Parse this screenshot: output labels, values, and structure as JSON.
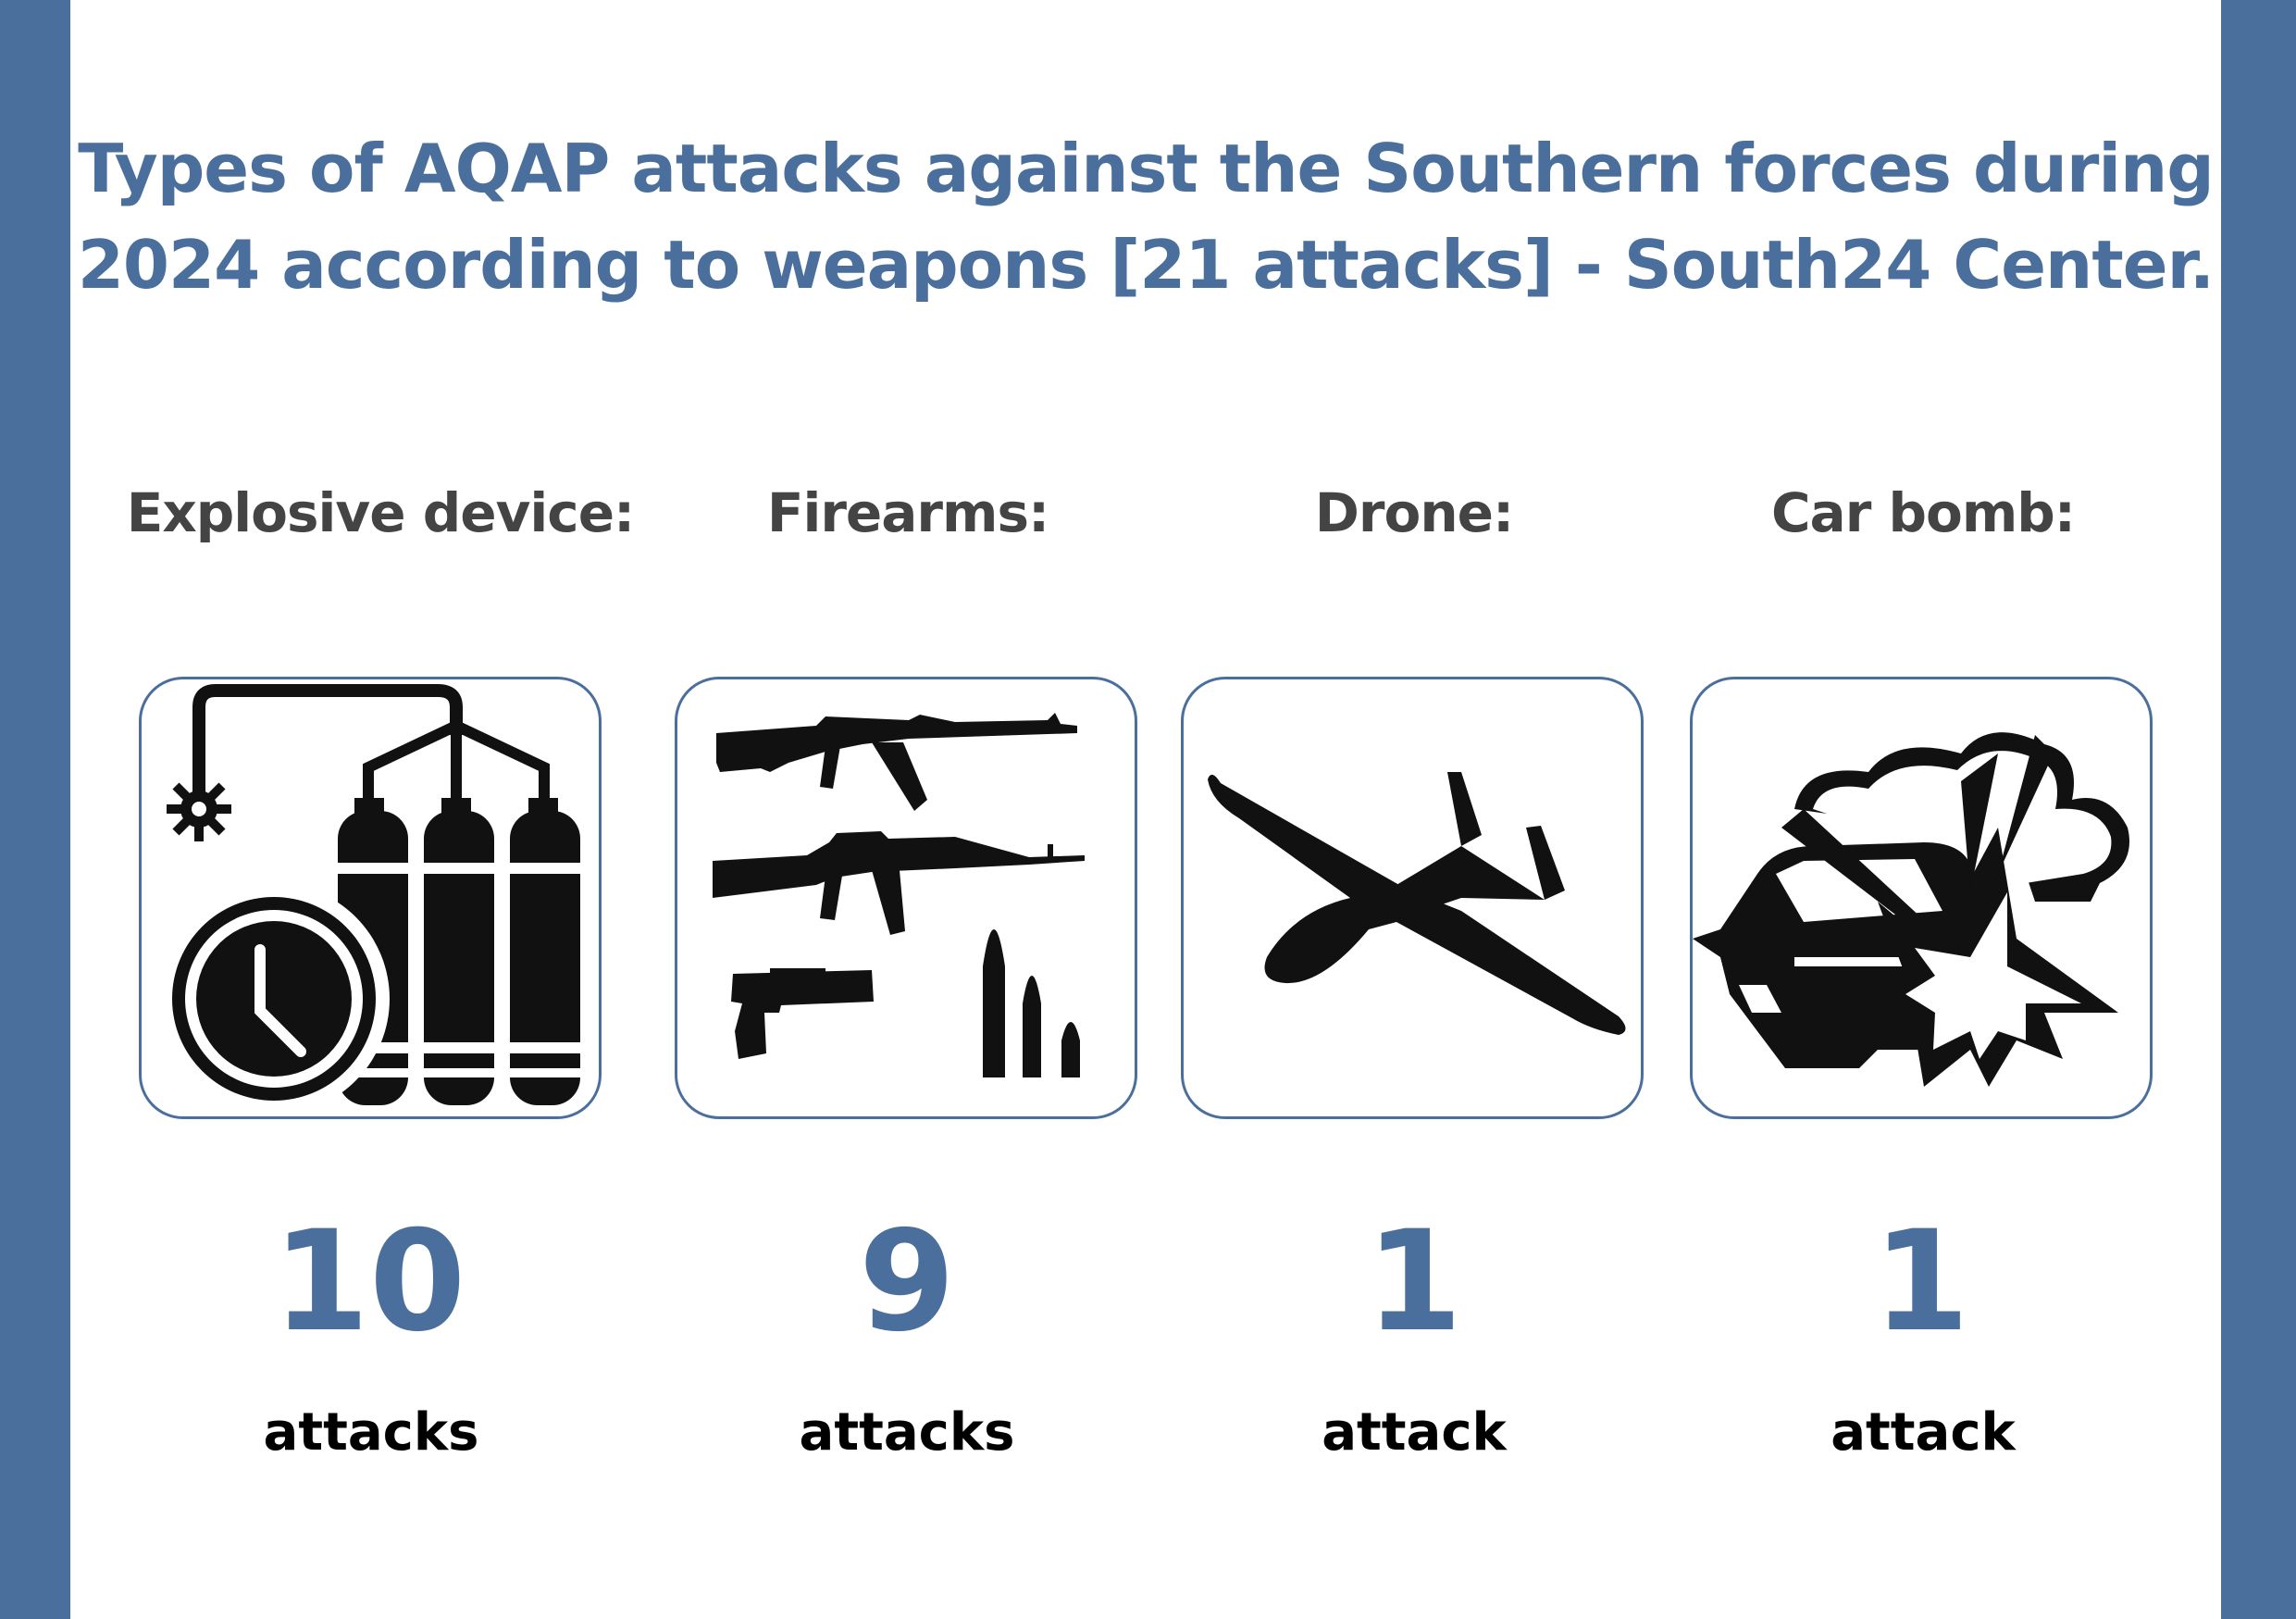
{
  "title": {
    "line1": "Types of AQAP attacks against the Southern forces during",
    "line2": "2024 according to weapons [21 attacks] - South24 Center."
  },
  "categories": [
    {
      "label": "Explosive device:",
      "count": "10",
      "unit": "attacks",
      "icon": "explosive-device-timer-icon"
    },
    {
      "label": "Firearms:",
      "count": "9",
      "unit": "attacks",
      "icon": "firearms-rifles-pistol-icon"
    },
    {
      "label": "Drone:",
      "count": "1",
      "unit": "attack",
      "icon": "drone-icon"
    },
    {
      "label": "Car bomb:",
      "count": "1",
      "unit": "attack",
      "icon": "car-bomb-explosion-icon"
    }
  ],
  "colors": {
    "brand_blue": "#4a6f9c",
    "label_gray": "#444444",
    "icon_black": "#111111"
  }
}
